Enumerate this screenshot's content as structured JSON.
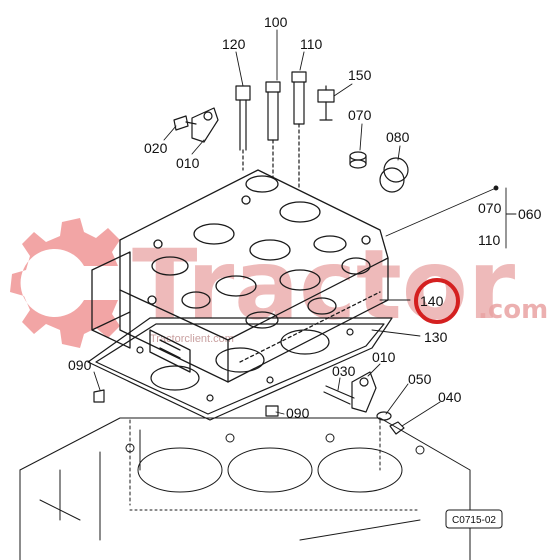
{
  "watermark": {
    "brand": "Tractor",
    "suffix": ".com",
    "small_text": "Tractorclient.com",
    "color": "#e9a3a3"
  },
  "callouts": [
    {
      "id": "100",
      "text": "100"
    },
    {
      "id": "120",
      "text": "120"
    },
    {
      "id": "110",
      "text": "110"
    },
    {
      "id": "150",
      "text": "150"
    },
    {
      "id": "070a",
      "text": "070"
    },
    {
      "id": "080",
      "text": "080"
    },
    {
      "id": "020",
      "text": "020"
    },
    {
      "id": "010a",
      "text": "010"
    },
    {
      "id": "070b",
      "text": "070"
    },
    {
      "id": "060",
      "text": "060"
    },
    {
      "id": "110b",
      "text": "110"
    },
    {
      "id": "140",
      "text": "140"
    },
    {
      "id": "130",
      "text": "130"
    },
    {
      "id": "090a",
      "text": "090"
    },
    {
      "id": "030",
      "text": "030"
    },
    {
      "id": "010b",
      "text": "010"
    },
    {
      "id": "050",
      "text": "050"
    },
    {
      "id": "040",
      "text": "040"
    },
    {
      "id": "090b",
      "text": "090"
    }
  ],
  "highlight": {
    "target": "140",
    "color": "#d42020"
  },
  "figure_code": "C0715-02"
}
